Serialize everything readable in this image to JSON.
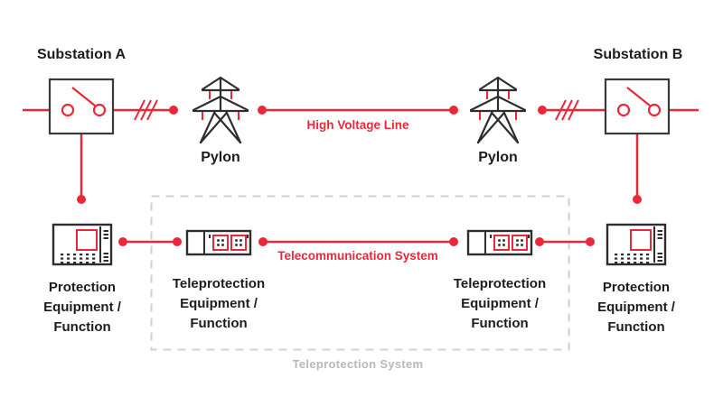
{
  "colors": {
    "red": "#ea2839",
    "ink": "#2e2e2e",
    "text": "#1d1d1f",
    "muted_gray": "#b6b9be",
    "dashed_border": "#d0d1d4"
  },
  "labels": {
    "substation_a": "Substation A",
    "substation_b": "Substation B",
    "pylon_left": "Pylon",
    "pylon_right": "Pylon",
    "high_voltage_line": "High Voltage Line",
    "telecommunication_system": "Telecommunication System",
    "teleprotection_system": "Teleprotection System",
    "protection_left": [
      "Protection",
      "Equipment /",
      "Function"
    ],
    "protection_right": [
      "Protection",
      "Equipment /",
      "Function"
    ],
    "teleprotection_left": [
      "Teleprotection",
      "Equipment /",
      "Function"
    ],
    "teleprotection_right": [
      "Teleprotection",
      "Equipment /",
      "Function"
    ]
  }
}
